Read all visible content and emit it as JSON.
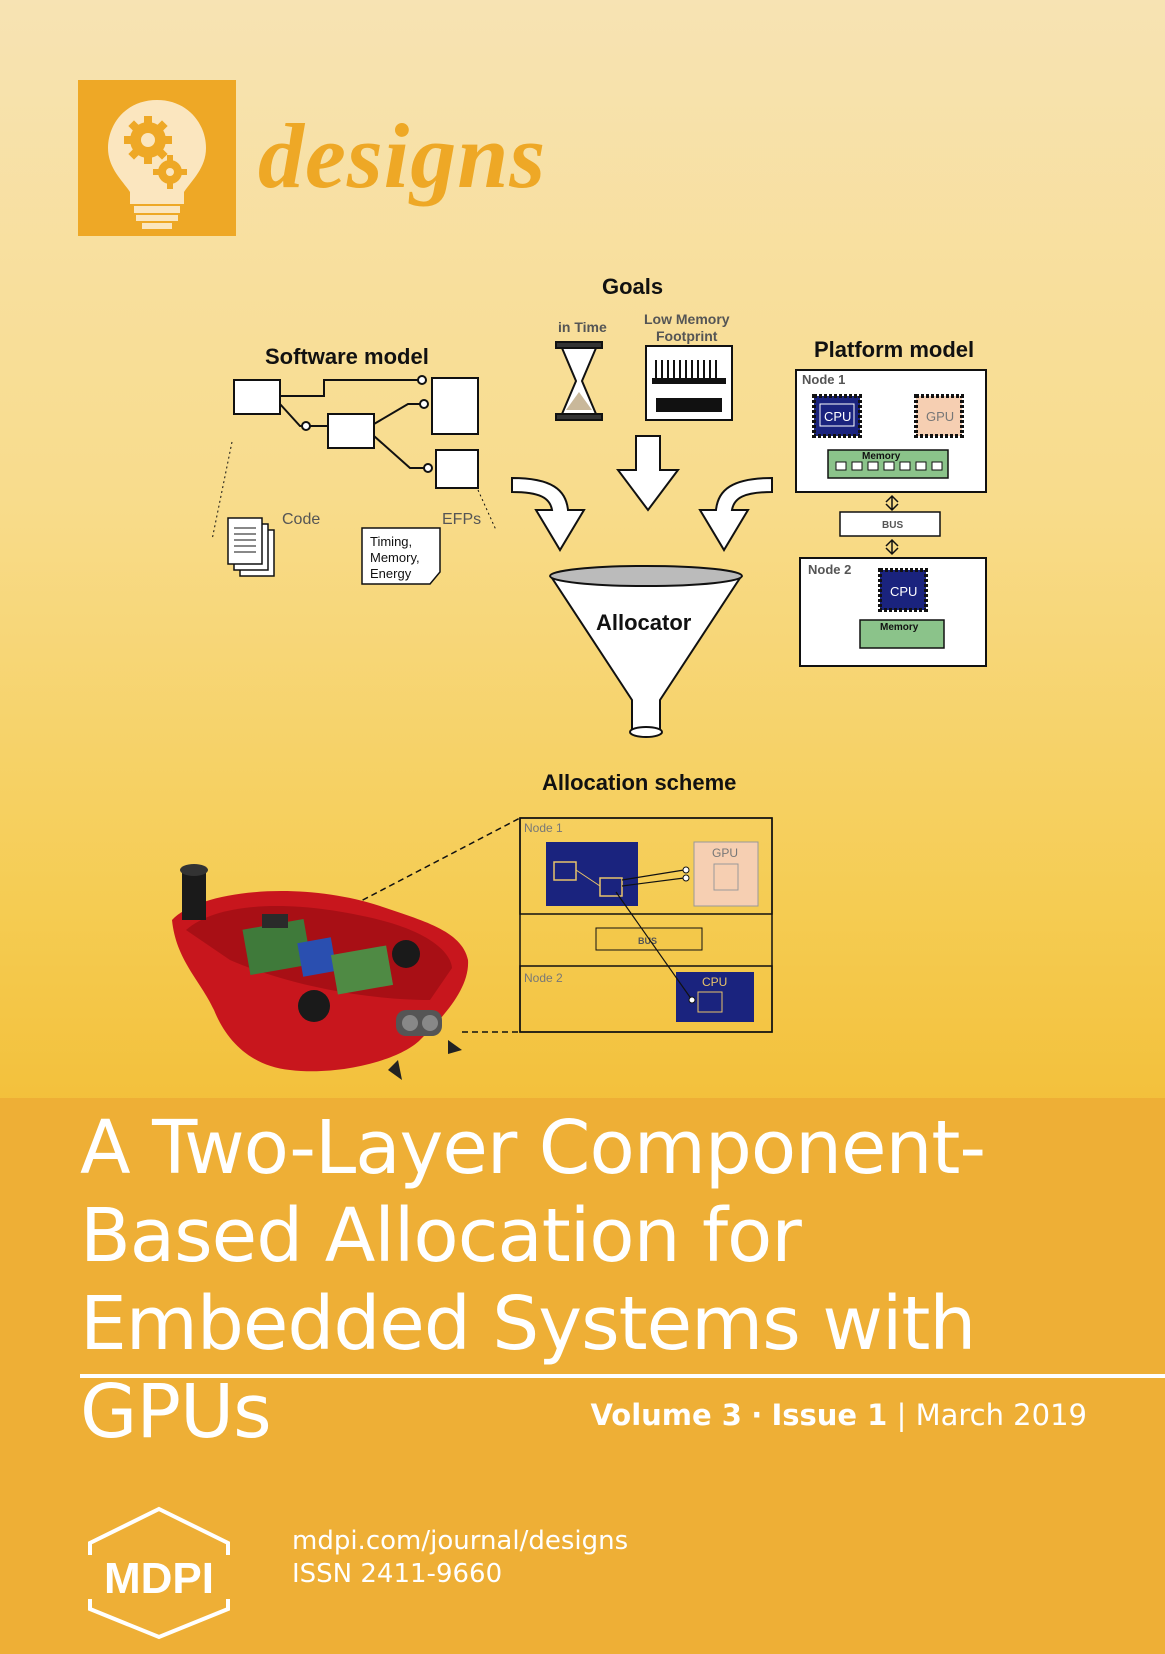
{
  "journal": {
    "name": "designs",
    "icon": "lightbulb-gears-icon",
    "color": "#eea826"
  },
  "diagram": {
    "software_model": "Software model",
    "code": "Code",
    "efps": "EFPs",
    "timing": "Timing,",
    "memory": "Memory,",
    "energy": "Energy",
    "goals": "Goals",
    "in_time": "in Time",
    "low_memory": "Low Memory",
    "footprint": "Footprint",
    "allocator": "Allocator",
    "platform_model": "Platform model",
    "node1": "Node 1",
    "node2": "Node 2",
    "cpu": "CPU",
    "gpu": "GPU",
    "memory_label": "Memory",
    "bus": "BUS",
    "allocation_scheme": "Allocation scheme"
  },
  "cover": {
    "title_line1": "A Two-Layer Component-",
    "title_line2": "Based Allocation for",
    "title_line3": "Embedded Systems with GPUs",
    "volume": "Volume 3",
    "sep": "·",
    "issue": "Issue 1",
    "bar": "|",
    "date": "March 2019"
  },
  "publisher": {
    "logo": "MDPI",
    "url": "mdpi.com/journal/designs",
    "issn": "ISSN 2411-9660"
  }
}
